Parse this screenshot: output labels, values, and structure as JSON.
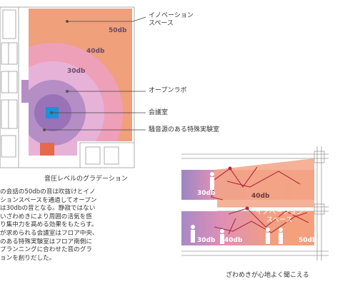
{
  "plan": {
    "levels": [
      "50db",
      "40db",
      "30db"
    ],
    "callouts": {
      "innovation": [
        "イノベーション",
        "スペース"
      ],
      "open_lab": "オープンラボ",
      "meeting": "会議室",
      "lab": "騒音源のある特殊実験室"
    },
    "caption": "音圧レベルのグラデーション"
  },
  "body": [
    "の会話の50dbの音は吹抜けとイノ",
    "ションスペースを通過してオープン",
    "は30dbの音となる。静寂ではない",
    "いざわめきにより周囲の活気を感",
    "り集中力を高める効果をもたらす。",
    "が求められる会議室はフロア中央、",
    "のある特殊実験室はフロア南側に",
    "プランニングに合わせた音のグラ",
    "ョンを創りだした。"
  ],
  "section": {
    "levels": {
      "upper_left": "30db",
      "upper_right": "40db",
      "lower_left": "30db",
      "lower_mid": "40db",
      "lower_right": "50db"
    },
    "space_label": [
      "イノベーション",
      "スペース"
    ],
    "caption": "ざわめきが心地よく聞こえる"
  },
  "colors": {
    "orange": "#f0a07a",
    "pink": "#eab0cf",
    "purple": "#b58ec6",
    "blue": "#1e90d8",
    "lab": "#e8684a",
    "arrow": "#b02a3a"
  }
}
